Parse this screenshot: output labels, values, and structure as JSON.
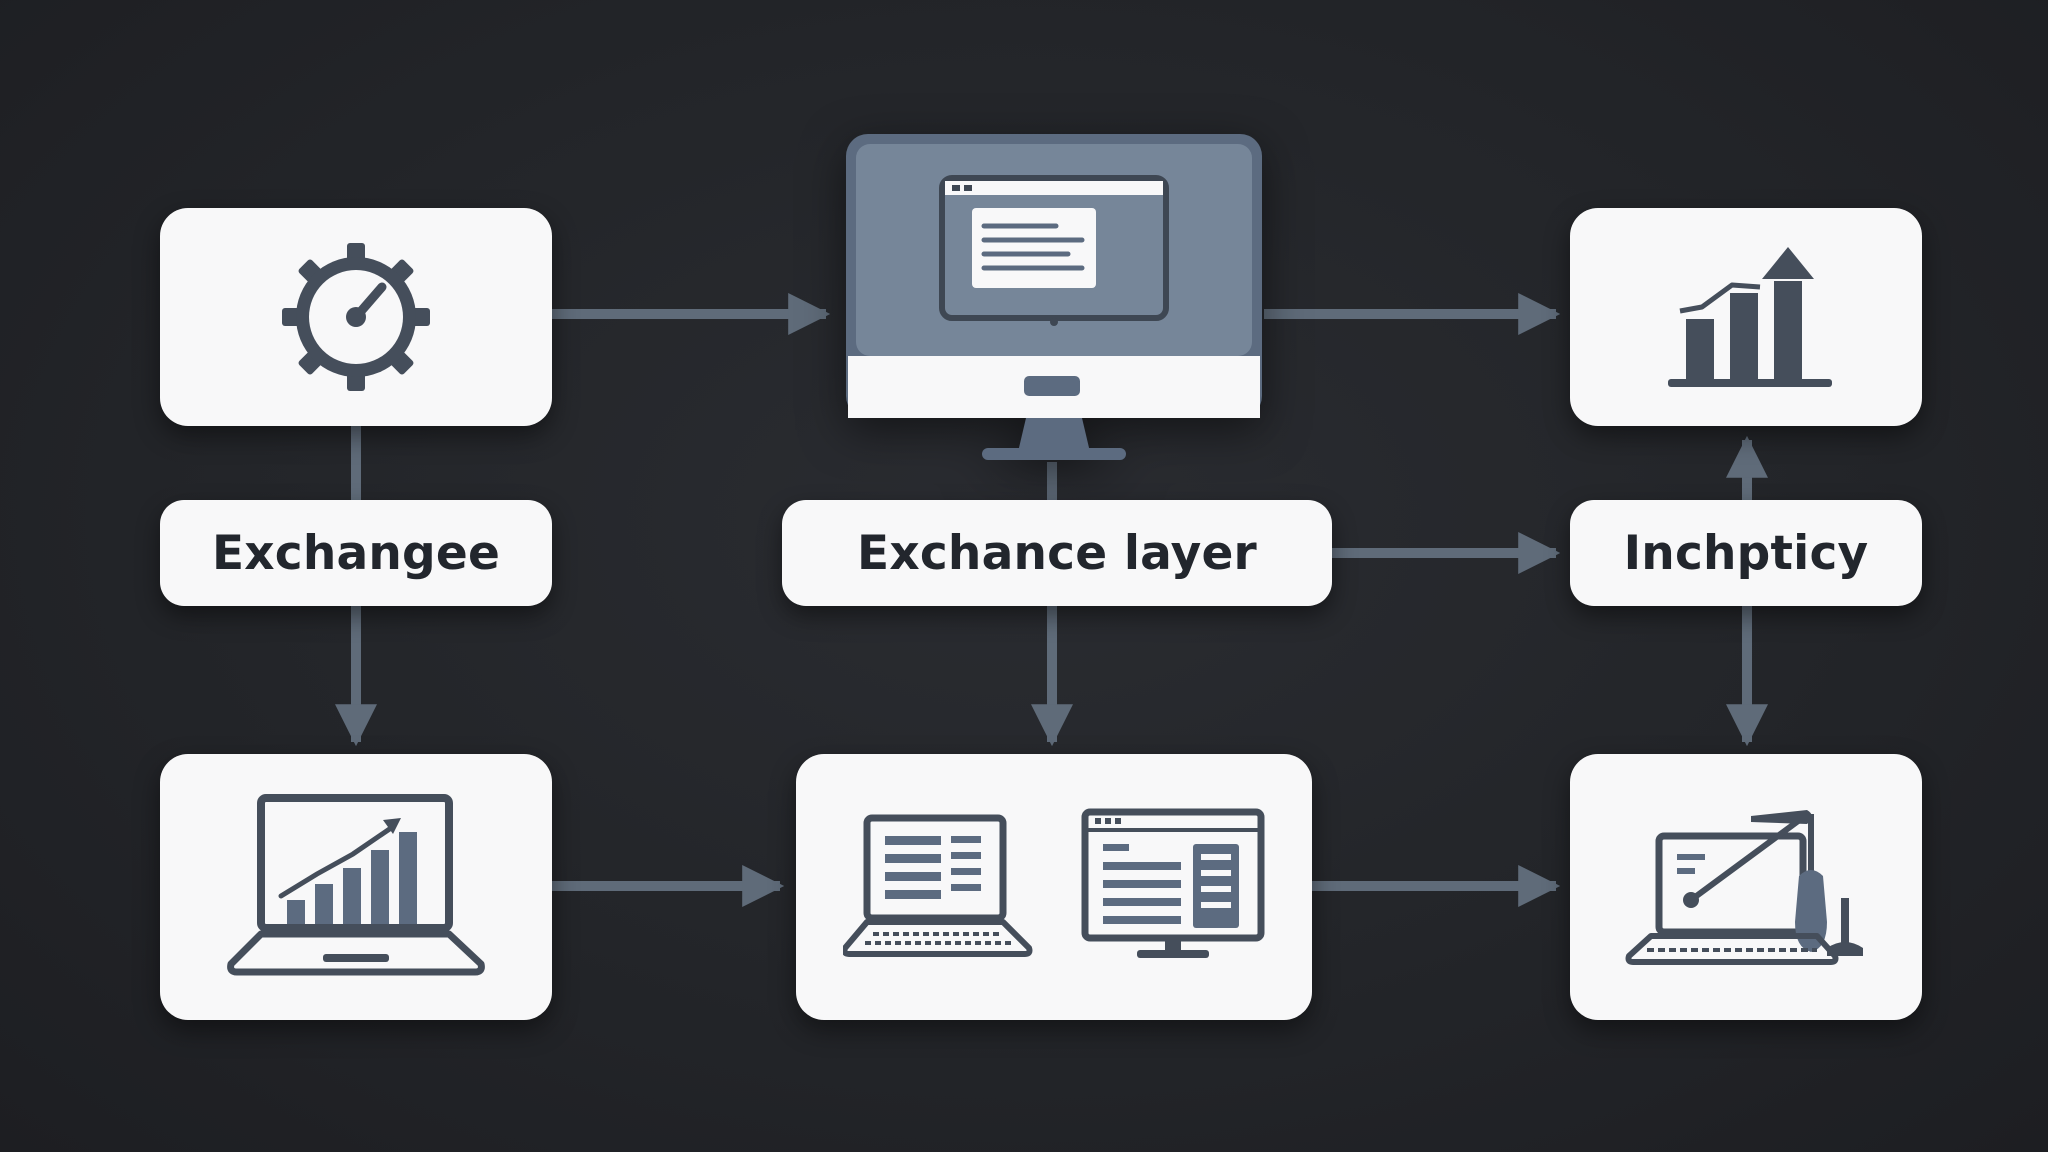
{
  "diagram": {
    "nodes": {
      "top_left": {
        "icon": "gear-gauge-icon"
      },
      "top_center": {
        "icon": "desktop-monitor-icon"
      },
      "top_right": {
        "icon": "bar-chart-growth-icon"
      },
      "middle_left": {
        "label": "Exchangee"
      },
      "middle_center": {
        "label": "Exchance layer"
      },
      "middle_right": {
        "label": "Inchpticy"
      },
      "bottom_left": {
        "icon": "laptop-chart-icon"
      },
      "bottom_center": {
        "icons": [
          "laptop-list-icon",
          "monitor-window-icon"
        ]
      },
      "bottom_right": {
        "icon": "laptop-robot-arm-icon"
      }
    },
    "colors": {
      "background": "#232529",
      "card": "#f8f8f9",
      "icon": "#454e5b",
      "accent": "#5c6b80",
      "connector": "#5f6b79",
      "label_text": "#22262d"
    }
  }
}
